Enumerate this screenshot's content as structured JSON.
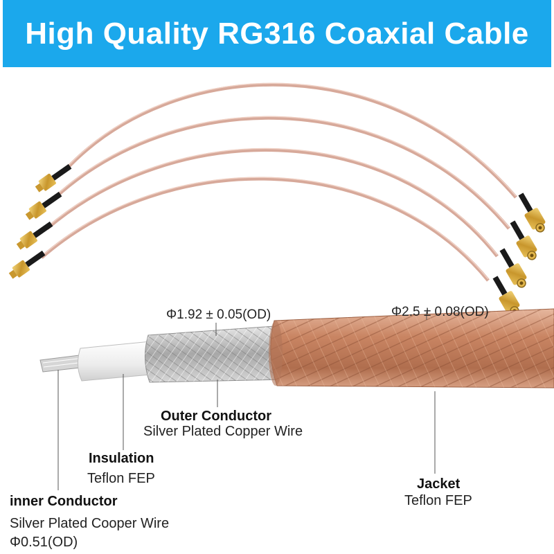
{
  "banner": {
    "title": "High Quality RG316 Coaxial Cable",
    "color": "#1ba8ec"
  },
  "dimensions": {
    "outer_conductor_od": "Φ1.92 ± 0.05(OD)",
    "jacket_od": "Φ2.5 ± 0.08(OD)"
  },
  "labels": {
    "outer_conductor": {
      "title": "Outer Conductor",
      "desc": "Silver Plated Copper Wire"
    },
    "insulation": {
      "title": "Insulation",
      "desc": "Teflon FEP"
    },
    "jacket": {
      "title": "Jacket",
      "desc": "Teflon FEP"
    },
    "inner_conductor": {
      "title": "inner Conductor",
      "desc": "Silver Plated Cooper Wire",
      "od": "Φ0.51(OD)"
    }
  },
  "colors": {
    "cable": "#d7a99a",
    "jacket": "#c98563",
    "braid": "#c8c8c8",
    "connector": "#d4a537"
  }
}
